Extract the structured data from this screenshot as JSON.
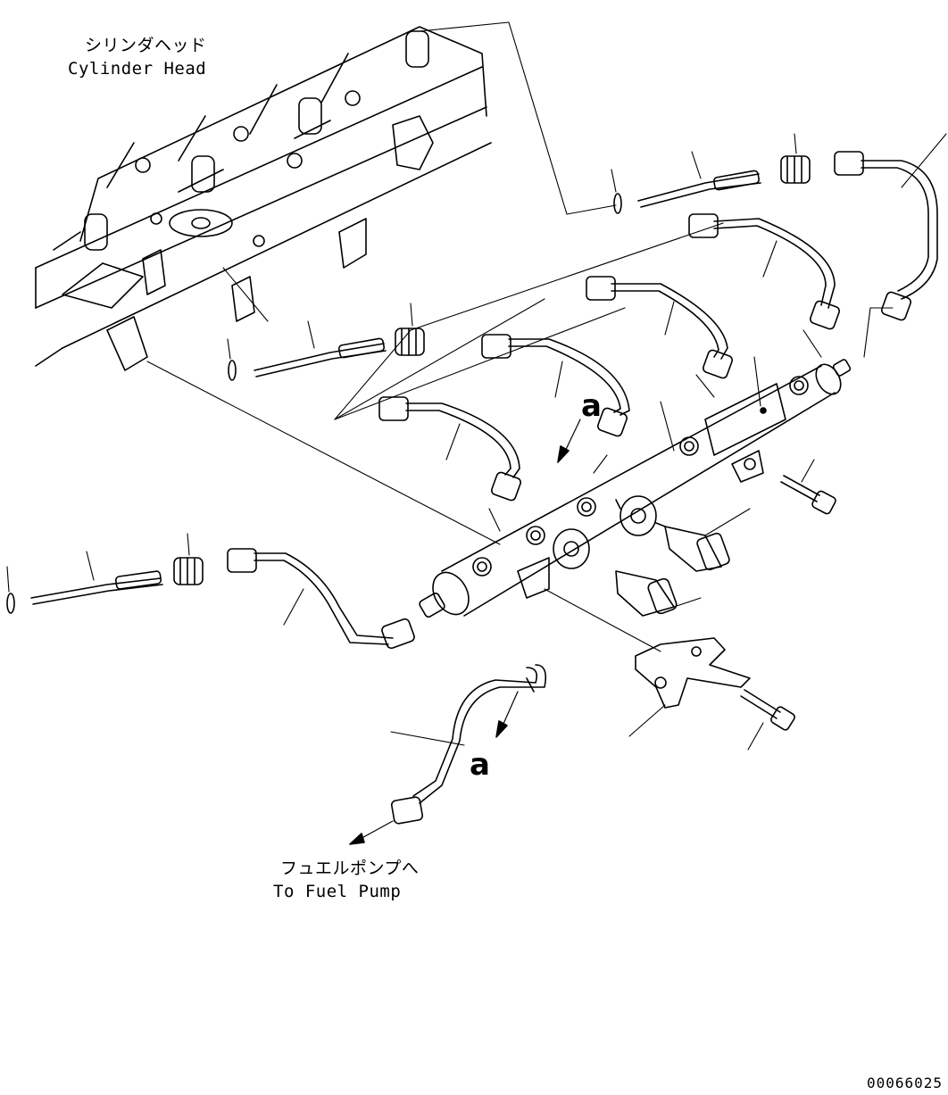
{
  "labels": {
    "cylinder_head_jp": "シリンダヘッド",
    "cylinder_head_en": "Cylinder Head",
    "fuel_pump_jp": "フュエルポンプへ",
    "fuel_pump_en": "To Fuel Pump",
    "detail_a": "a",
    "document_number": "00066025"
  },
  "colors": {
    "line": "#000000",
    "background": "#ffffff"
  }
}
